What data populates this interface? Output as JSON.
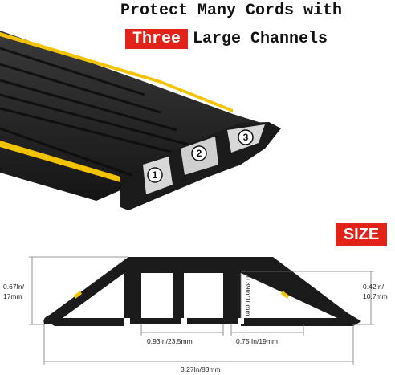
{
  "headline": {
    "line1": "Protect Many Cords with",
    "highlight": "Three",
    "line2_rest": "Large Channels"
  },
  "channels": {
    "labels": [
      "1",
      "2",
      "3"
    ]
  },
  "size_badge": "SIZE",
  "dimensions": {
    "overall_height": [
      "0.67In/",
      "17mm"
    ],
    "channel_height": [
      "0.42In/",
      "10.7mm"
    ],
    "inner_height": "0.39In/10mm",
    "center_channel_width": "0.93In/23.5mm",
    "side_channel_width": "0.75 In/19mm",
    "total_width": "3.27In/83mm"
  },
  "colors": {
    "accent_red": "#e2231a",
    "rubber_black": "#1b1b1b",
    "stripe_yellow": "#f2c400"
  }
}
